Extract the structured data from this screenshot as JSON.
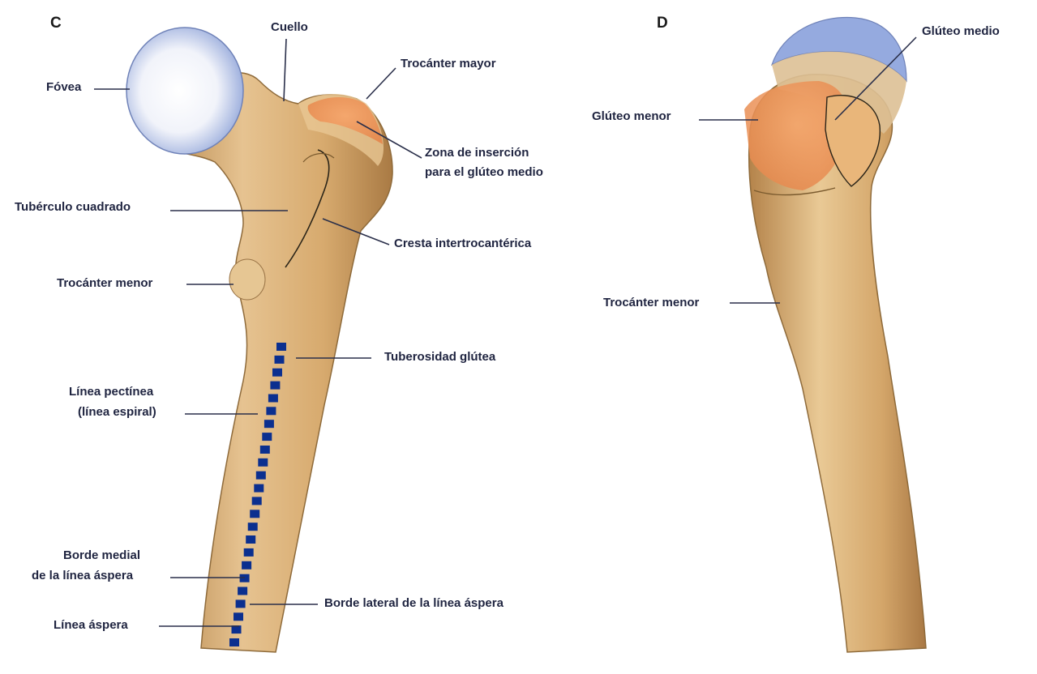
{
  "panels": {
    "c": {
      "letter": "C"
    },
    "d": {
      "letter": "D"
    }
  },
  "labels": {
    "fovea": "Fóvea",
    "cuello": "Cuello",
    "trocanter_mayor": "Trocánter mayor",
    "zona_insercion_1": "Zona de inserción",
    "zona_insercion_2": "para el glúteo medio",
    "tuberculo_cuadrado": "Tubérculo cuadrado",
    "cresta_intertrocanterica": "Cresta intertrocantérica",
    "trocanter_menor_c": "Trocánter menor",
    "tuberosidad_glutea": "Tuberosidad glútea",
    "linea_pectinea_1": "Línea pectínea",
    "linea_pectinea_2": "(línea espiral)",
    "borde_medial_1": "Borde medial",
    "borde_medial_2": "de la línea áspera",
    "borde_lateral": "Borde lateral de la línea áspera",
    "linea_aspera": "Línea áspera",
    "gluteo_medio": "Glúteo medio",
    "gluteo_menor": "Glúteo menor",
    "trocanter_menor_d": "Trocánter menor"
  },
  "colors": {
    "bone": "#dcb27a",
    "bone_shadow": "#b8894e",
    "bone_light": "#efd7a8",
    "cartilage": "#9aaee0",
    "insertion": "#f09a5c",
    "label_text": "#1f2440",
    "leader": "#2a2f4a",
    "dotted_line": "#0b2f8f"
  }
}
